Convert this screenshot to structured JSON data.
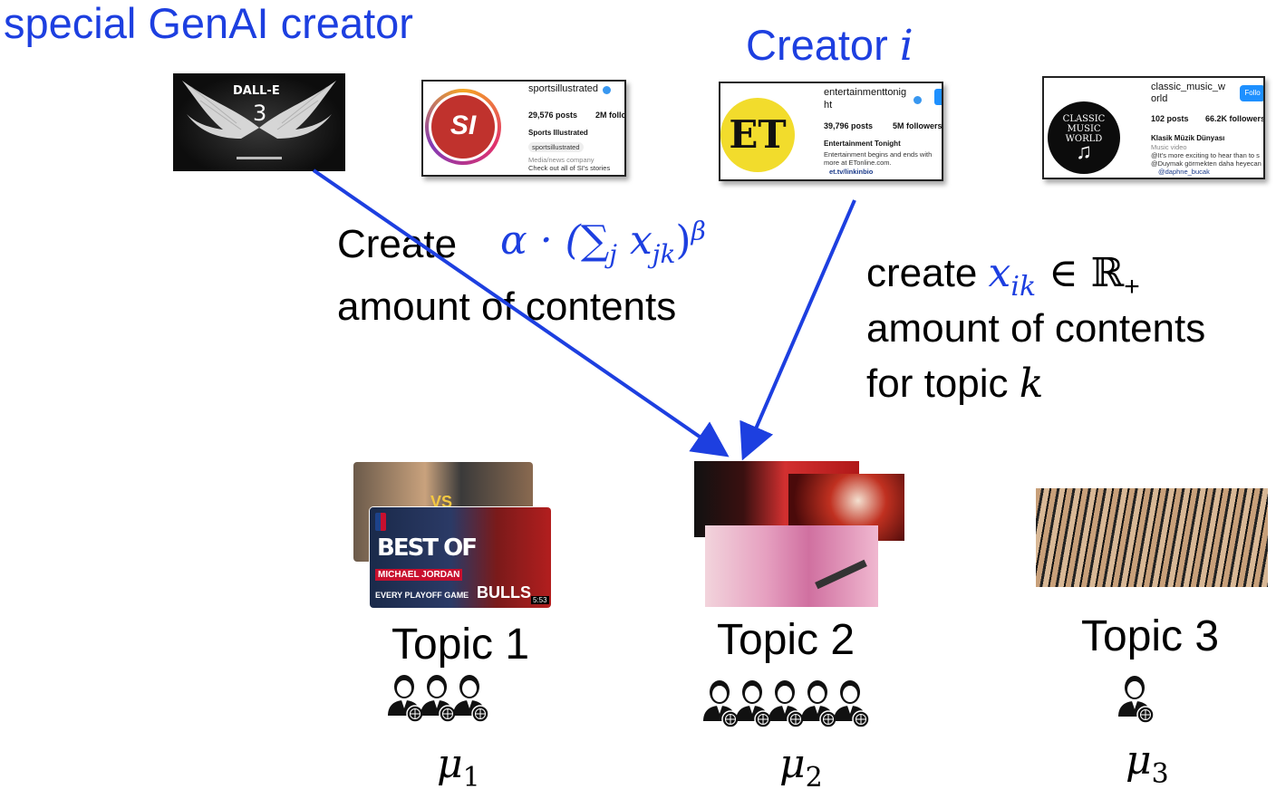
{
  "headings": {
    "genai_creator": "special GenAI creator",
    "creator_prefix": "Creator ",
    "creator_var": "i"
  },
  "genai_text": {
    "create": "Create",
    "formula_alpha": "α · (",
    "formula_sum": "∑",
    "formula_sum_sub": "j",
    "formula_x": " x",
    "formula_x_sub": "jk",
    "formula_close": ")",
    "formula_exp": "β",
    "line2": "amount of contents"
  },
  "creator_text": {
    "create": "create ",
    "var_x": "x",
    "var_x_sub": "ik",
    "set": " ∈ ℝ",
    "set_sub": "+",
    "line2": "amount of contents",
    "line3_prefix": "for topic ",
    "line3_var": "k"
  },
  "genai_logo": {
    "brand": "DALL-E",
    "version": "3"
  },
  "profiles": [
    {
      "handle": "sportsillustrated",
      "logo_text": "SI",
      "posts": "29,576 posts",
      "followers": "2M follo",
      "name": "Sports Illustrated",
      "line1": "sportsillustrated",
      "line2": "Media/news company",
      "line3": "Check out all of SI's stories"
    },
    {
      "handle": "entertainmenttonig",
      "handle2": "ht",
      "logo_text": "ET",
      "posts": "39,796 posts",
      "followers": "5M followers",
      "name": "Entertainment Tonight",
      "line1": "Entertainment begins and ends with",
      "line2": "more at ETonline.com.",
      "line3": "et.tv/linkinbio"
    },
    {
      "handle": "classic_music_w",
      "handle2": "orld",
      "follow": "Follo",
      "logo_text": "CLASSIC MUSIC WORLD",
      "posts": "102 posts",
      "followers": "66.2K followers",
      "name": "Klasik Müzik Dünyası",
      "line1": "Music video",
      "line2": "@It's more exciting to hear than to s",
      "line3": "@Duymak görmekten daha heyecan",
      "line4": "@daphne_bucak"
    }
  ],
  "topic1_thumb": {
    "best": "BEST OF",
    "player": "MICHAEL JORDAN",
    "sub": "EVERY PLAYOFF GAME",
    "team": "BULLS",
    "duration": "5:53",
    "vs": "VS"
  },
  "topics": [
    {
      "label": "Topic 1",
      "users": 3,
      "mu": "μ",
      "mu_sub": "1"
    },
    {
      "label": "Topic 2",
      "users": 5,
      "mu": "μ",
      "mu_sub": "2"
    },
    {
      "label": "Topic 3",
      "users": 1,
      "mu": "μ",
      "mu_sub": "3"
    }
  ],
  "colors": {
    "accent_blue": "#1d3fe0",
    "si_red": "#c0322d",
    "et_yellow": "#f2dc2c"
  }
}
